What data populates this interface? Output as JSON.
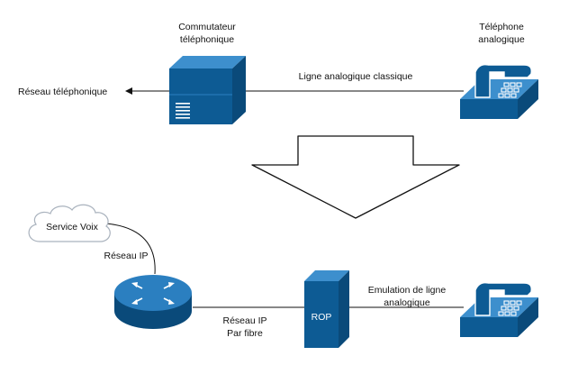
{
  "labels": {
    "switch_line1": "Commutateur",
    "switch_line2": "téléphonique",
    "phone_top_line1": "Téléphone",
    "phone_top_line2": "analogique",
    "network": "Réseau téléphonique",
    "analog_line": "Ligne analogique classique",
    "cloud": "Service Voix",
    "ip_network": "Réseau IP",
    "fiber_line1": "Réseau IP",
    "fiber_line2": "Par fibre",
    "rop": "ROP",
    "emulation_line1": "Emulation de ligne",
    "emulation_line2": "analogique"
  },
  "colors": {
    "device_blue": "#0d5b94",
    "device_light": "#2b7fc0",
    "device_top": "#3d8fcd",
    "line": "#111111",
    "cloud_stroke": "#a9b2bd"
  },
  "icons": {
    "switch": "telephone-switch-icon",
    "phone": "analog-phone-icon",
    "router": "router-icon",
    "server": "rop-server-icon",
    "cloud": "cloud-icon",
    "transition": "down-arrow-icon"
  }
}
